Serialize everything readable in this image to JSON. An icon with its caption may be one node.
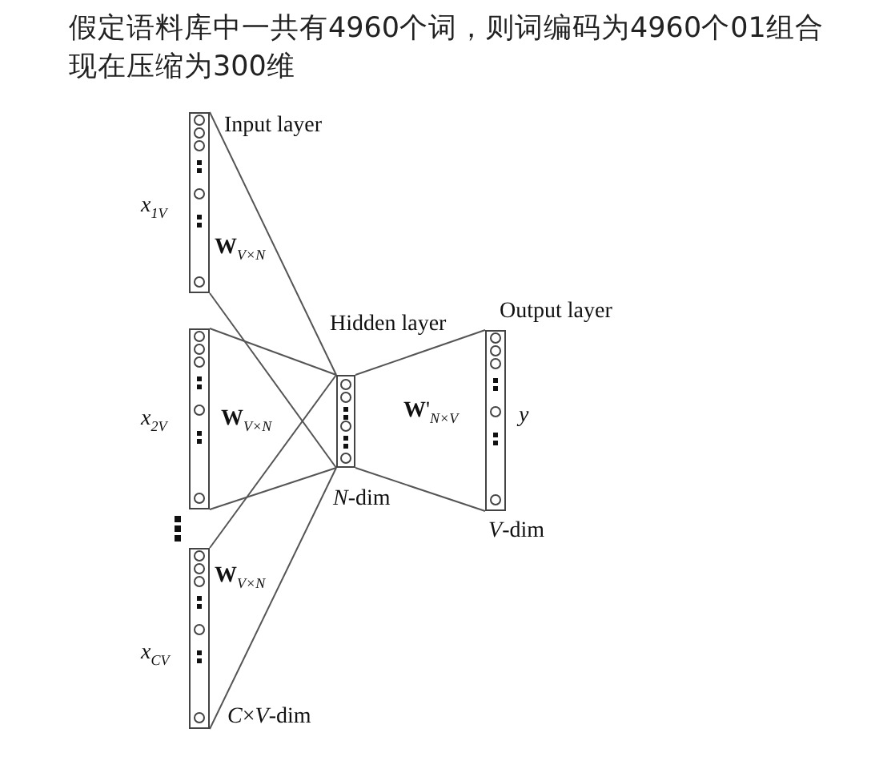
{
  "diagram": {
    "title": "假定语料库中一共有4960个词，则词编码为4960个01组合现在压缩为300维",
    "nodes": [
      {
        "text": [],
        "shape": "bar",
        "beside": [
          "Input layer",
          "x$_{1V}$",
          "**W**$_{V×N}$"
        ]
      },
      {
        "text": [],
        "shape": "bar",
        "beside": [
          "x$_{2V}$",
          "**W**$_{V×N}$"
        ]
      },
      {
        "text": [],
        "shape": "bar",
        "beside": [
          "**W**$_{V×N}$",
          "x$_{CV}$"
        ]
      },
      {
        "text": [],
        "shape": "bar",
        "beside": [
          "Hidden layer",
          "*N*-dim"
        ]
      },
      {
        "text": [],
        "shape": "bar",
        "beside": [
          "Output layer",
          "y",
          "*V*-dim"
        ]
      }
    ],
    "edges": [
      {
        "from": 0,
        "to": 3,
        "arrow": "none"
      },
      {
        "from": 0,
        "to": 3,
        "arrow": "none"
      },
      {
        "from": 1,
        "to": 3,
        "arrow": "none"
      },
      {
        "from": 1,
        "to": 3,
        "arrow": "none"
      },
      {
        "from": 2,
        "to": 3,
        "arrow": "none"
      },
      {
        "from": 2,
        "to": 3,
        "arrow": "none"
      },
      {
        "from": 3,
        "to": 4,
        "arrow": "none"
      },
      {
        "from": 3,
        "to": 4,
        "arrow": "none"
      }
    ],
    "labels": [
      "**W**'$_{N×V}$",
      "*C*×*V*-dim"
    ]
  }
}
